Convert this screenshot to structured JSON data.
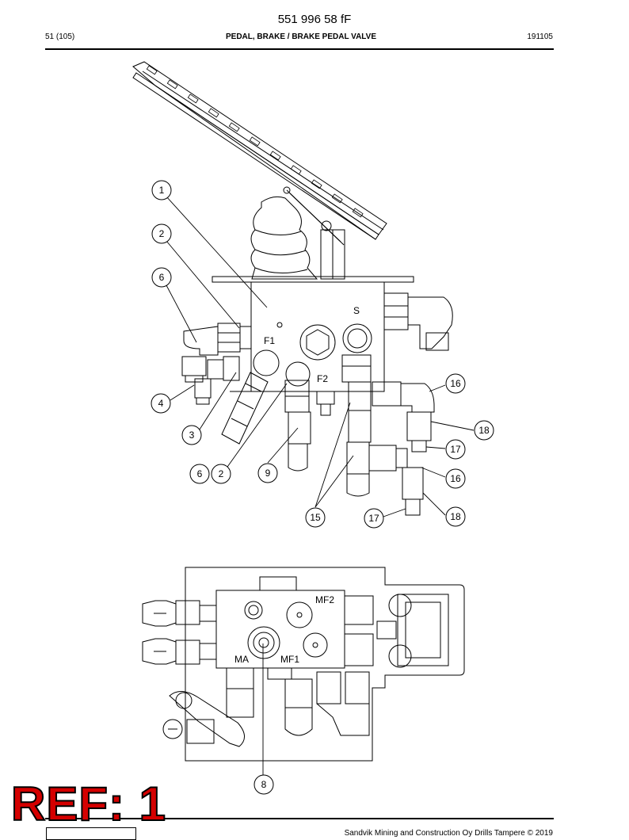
{
  "header": {
    "doc_number": "551 996 58 fF",
    "page": "51 (105)",
    "title": "PEDAL, BRAKE / BRAKE PEDAL VALVE",
    "date": "191105"
  },
  "drawing_labels": {
    "port_s": "S",
    "port_f1": "F1",
    "port_f2": "F2",
    "port_mf2": "MF2",
    "port_ma": "MA",
    "port_mf1": "MF1"
  },
  "callouts": {
    "c1": "1",
    "c2a": "2",
    "c6a": "6",
    "c4": "4",
    "c3": "3",
    "c6b": "6",
    "c2b": "2",
    "c9": "9",
    "c15": "15",
    "c17a": "17",
    "c16a": "16",
    "c18a": "18",
    "c17b": "17",
    "c16b": "16",
    "c18b": "18",
    "c8": "8"
  },
  "stamp": {
    "text": "REF: 1",
    "color": "#d40000"
  },
  "footer": {
    "text": "Sandvik Mining and Construction Oy Drills Tampere © 2019"
  }
}
